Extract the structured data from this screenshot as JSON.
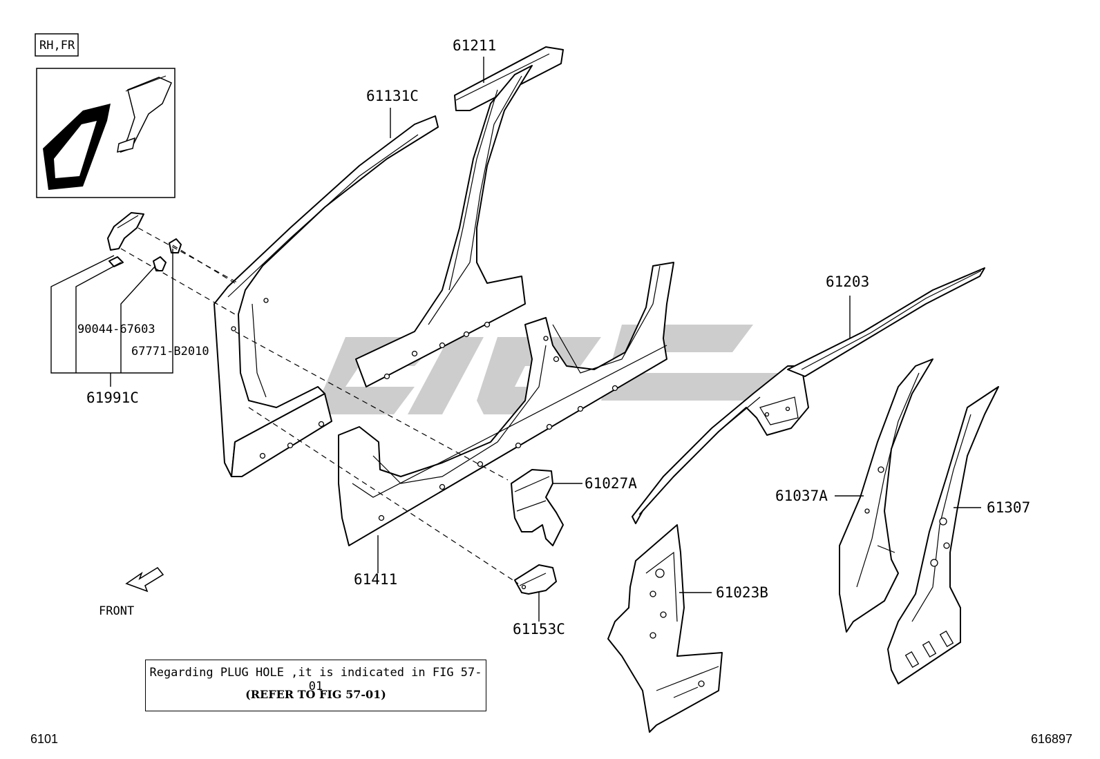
{
  "view_label": "RH,FR",
  "parts": {
    "p61211": "61211",
    "p61131c": "61131C",
    "p61203": "61203",
    "p90044": "90044-67603",
    "p67771": "67771-B2010",
    "p61991c": "61991C",
    "p61027a": "61027A",
    "p61411": "61411",
    "p61153c": "61153C",
    "p61023b": "61023B",
    "p61037a": "61037A",
    "p61307": "61307"
  },
  "direction_label": "FRONT",
  "note": {
    "line1": "Regarding PLUG HOLE ,it is indicated in FIG 57-01",
    "line2": "(REFER TO FIG 57-01)"
  },
  "footer": {
    "figure_id": "6101",
    "illustration_id": "616897"
  },
  "colors": {
    "ink": "#000000",
    "paper": "#ffffff",
    "watermark": "#c8c8c8"
  }
}
